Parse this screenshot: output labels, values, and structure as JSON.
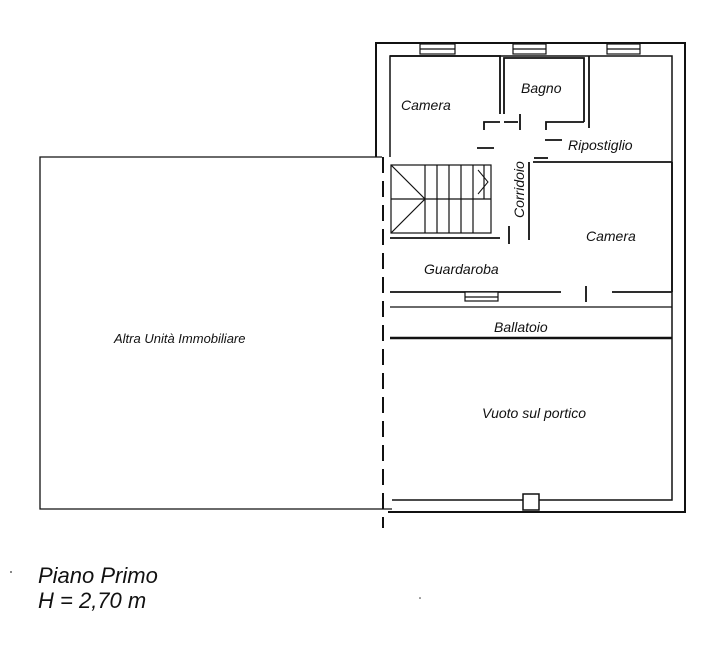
{
  "plan": {
    "rooms": {
      "camera_nw": "Camera",
      "bagno": "Bagno",
      "ripostiglio": "Ripostiglio",
      "corridoio": "Corridoio",
      "camera_e": "Camera",
      "guardaroba": "Guardaroba",
      "ballatoio": "Ballatoio",
      "vuoto": "Vuoto sul portico"
    },
    "neighbor_unit": "Altra Unità Immobiliare"
  },
  "footer": {
    "level": "Piano Primo",
    "height": "H = 2,70 m"
  }
}
